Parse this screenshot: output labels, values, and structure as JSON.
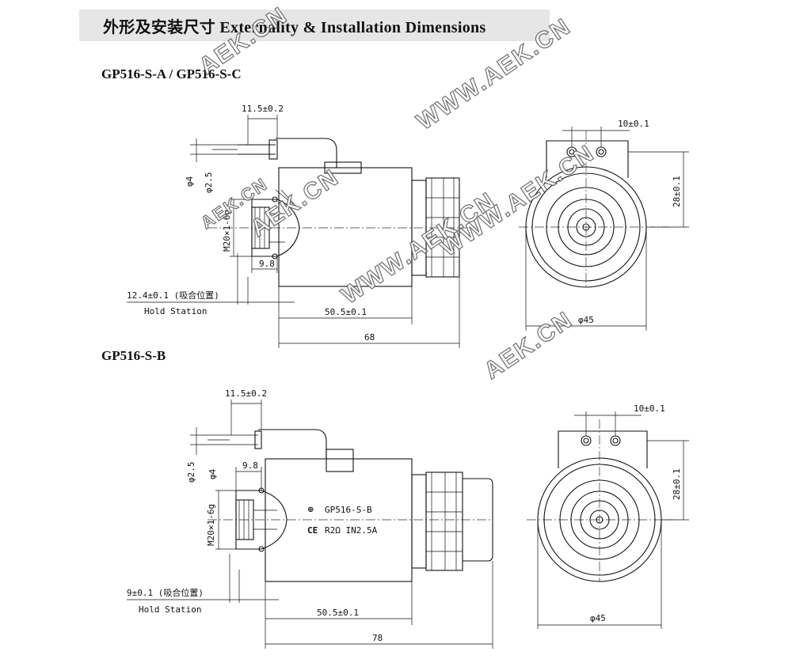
{
  "header": {
    "title": "外形及安装尺寸  Externality & Installation Dimensions"
  },
  "watermarks": [
    "AEK.CN",
    "WWW.AEK.CN",
    "WWW.AEK.CN",
    "AEK.CN",
    "AEK.CN",
    "WWW.AEK.CN",
    "AEK.CN"
  ],
  "models": [
    {
      "title": "GP516-S-A / GP516-S-C",
      "dims": {
        "pin_span": "11.5±0.2",
        "d4": "φ4",
        "d25": "φ2.5",
        "thread": "M20×1-6g",
        "nut": "9.8",
        "hold": "12.4±0.1 (吸合位置)",
        "hold_en": "Hold Station",
        "body": "50.5±0.1",
        "total": "68",
        "pin_pitch": "10±0.1",
        "height": "28±0.1",
        "diameter": "φ45"
      }
    },
    {
      "title": "GP516-S-B",
      "dims": {
        "pin_span": "11.5±0.2",
        "d4": "φ4",
        "d25": "φ2.5",
        "thread": "M20×1-6g",
        "nut": "9.8",
        "hold": "9±0.1 (吸合位置)",
        "hold_en": "Hold Station",
        "body": "50.5±0.1",
        "total": "78",
        "pin_pitch": "10±0.1",
        "height": "28±0.1",
        "diameter": "φ45"
      },
      "label": {
        "model": "GP516-S-B",
        "ce": "CE",
        "rating": "R2Ω  IN2.5A"
      }
    }
  ]
}
